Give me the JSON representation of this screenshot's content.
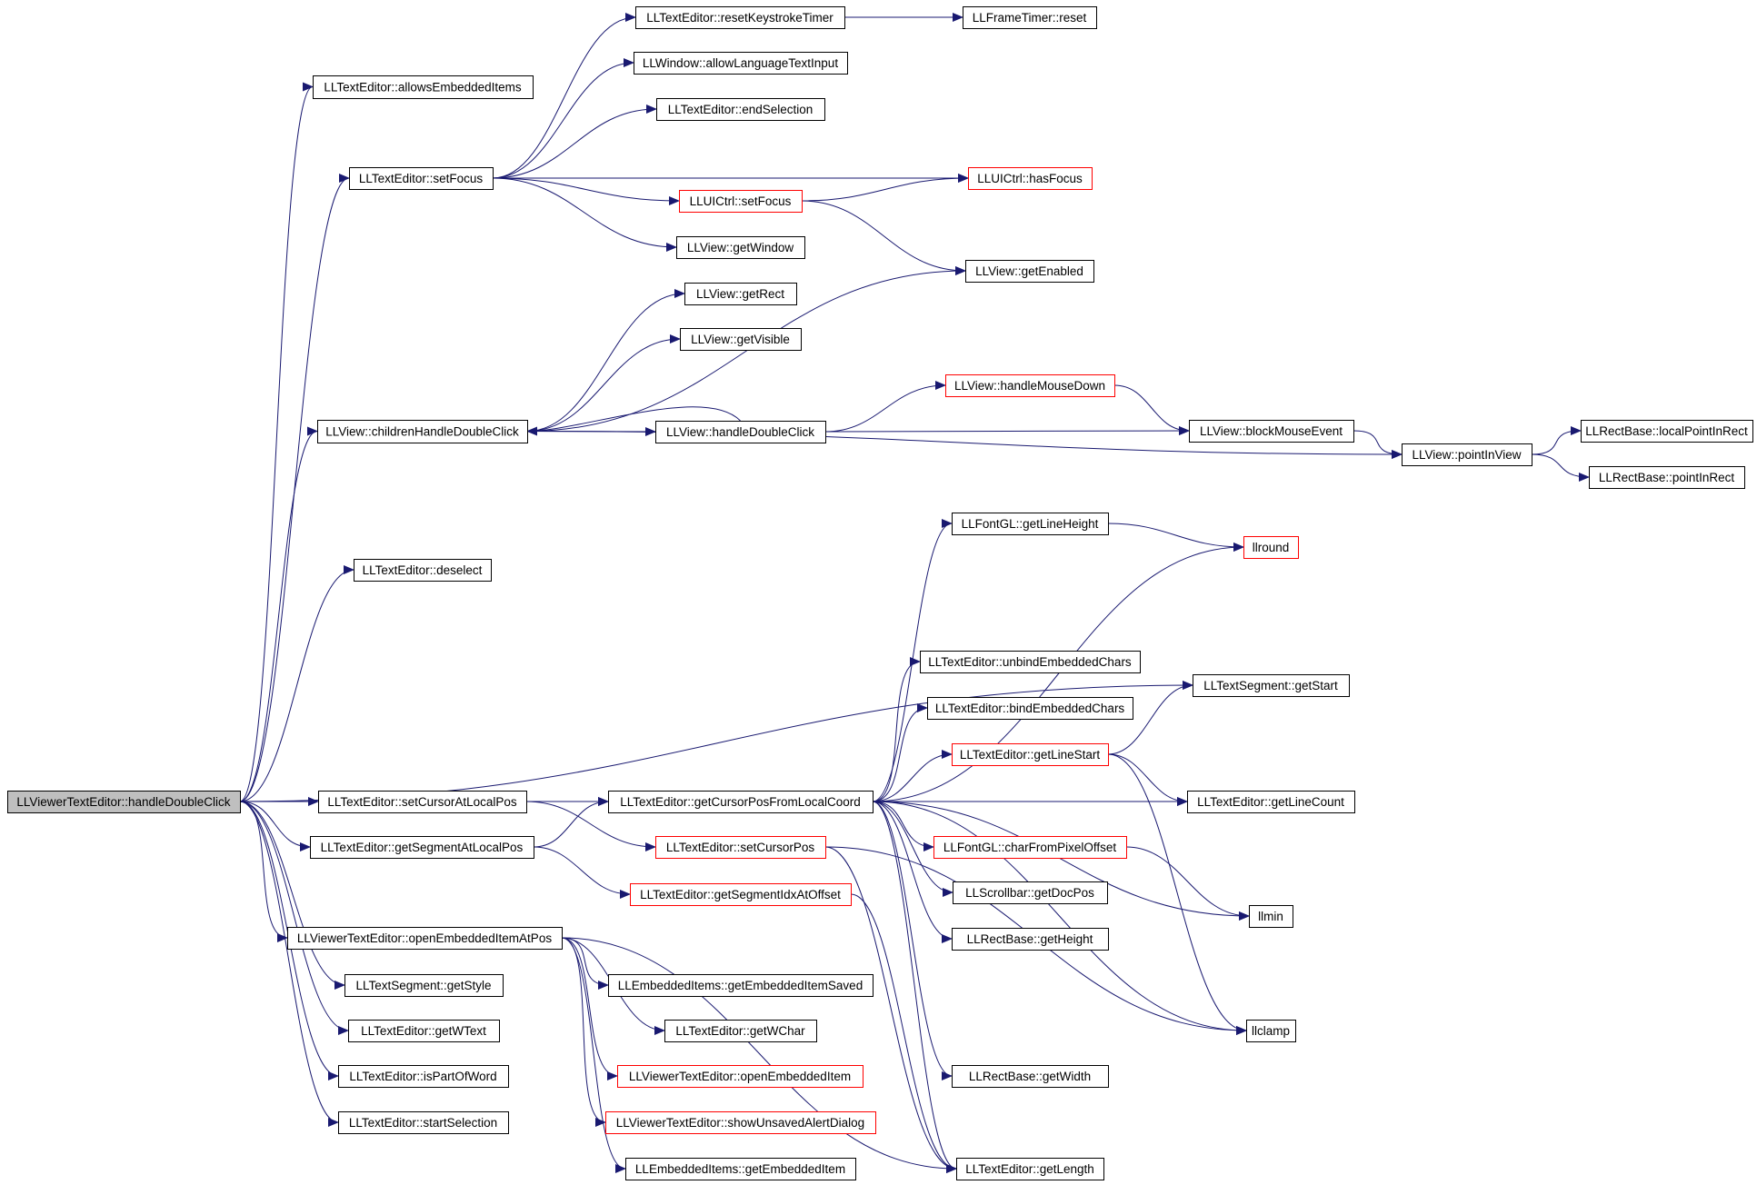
{
  "colors": {
    "background": "#ffffff",
    "edge": "#191970",
    "node_border": "#000000",
    "truncated_border": "#ff0000",
    "root_fill": "#bfbfbf",
    "text": "#000000"
  },
  "root": "n_root",
  "nodes": {
    "n_root": {
      "label": "LLViewerTextEditor::handleDoubleClick",
      "style": "root"
    },
    "n_allowsEmb": {
      "label": "LLTextEditor::allowsEmbeddedItems",
      "style": "normal"
    },
    "n_setFocus": {
      "label": "LLTextEditor::setFocus",
      "style": "normal"
    },
    "n_childrenHDC": {
      "label": "LLView::childrenHandleDoubleClick",
      "style": "normal"
    },
    "n_deselect": {
      "label": "LLTextEditor::deselect",
      "style": "normal"
    },
    "n_setCursorLocal": {
      "label": "LLTextEditor::setCursorAtLocalPos",
      "style": "normal"
    },
    "n_getSegLocal": {
      "label": "LLTextEditor::getSegmentAtLocalPos",
      "style": "normal"
    },
    "n_openEmbAtPos": {
      "label": "LLViewerTextEditor::openEmbeddedItemAtPos",
      "style": "normal"
    },
    "n_getStyle": {
      "label": "LLTextSegment::getStyle",
      "style": "normal"
    },
    "n_getWText": {
      "label": "LLTextEditor::getWText",
      "style": "normal"
    },
    "n_isPartOfWord": {
      "label": "LLTextEditor::isPartOfWord",
      "style": "normal"
    },
    "n_startSel": {
      "label": "LLTextEditor::startSelection",
      "style": "normal"
    },
    "n_resetKeystroke": {
      "label": "LLTextEditor::resetKeystrokeTimer",
      "style": "normal"
    },
    "n_allowLang": {
      "label": "LLWindow::allowLanguageTextInput",
      "style": "normal"
    },
    "n_endSel": {
      "label": "LLTextEditor::endSelection",
      "style": "normal"
    },
    "n_uiSetFocus": {
      "label": "LLUICtrl::setFocus",
      "style": "truncated"
    },
    "n_getWindow": {
      "label": "LLView::getWindow",
      "style": "normal"
    },
    "n_getRect": {
      "label": "LLView::getRect",
      "style": "normal"
    },
    "n_getVisible": {
      "label": "LLView::getVisible",
      "style": "normal"
    },
    "n_viewHDC": {
      "label": "LLView::handleDoubleClick",
      "style": "normal"
    },
    "n_getCursorPos": {
      "label": "LLTextEditor::getCursorPosFromLocalCoord",
      "style": "normal"
    },
    "n_setCursorPos": {
      "label": "LLTextEditor::setCursorPos",
      "style": "truncated"
    },
    "n_getSegIdx": {
      "label": "LLTextEditor::getSegmentIdxAtOffset",
      "style": "truncated"
    },
    "n_getEmbSaved": {
      "label": "LLEmbeddedItems::getEmbeddedItemSaved",
      "style": "normal"
    },
    "n_getWChar": {
      "label": "LLTextEditor::getWChar",
      "style": "normal"
    },
    "n_openEmb": {
      "label": "LLViewerTextEditor::openEmbeddedItem",
      "style": "truncated"
    },
    "n_showUnsaved": {
      "label": "LLViewerTextEditor::showUnsavedAlertDialog",
      "style": "truncated"
    },
    "n_getEmbItem": {
      "label": "LLEmbeddedItems::getEmbeddedItem",
      "style": "normal"
    },
    "n_frameReset": {
      "label": "LLFrameTimer::reset",
      "style": "normal"
    },
    "n_hasFocus": {
      "label": "LLUICtrl::hasFocus",
      "style": "truncated"
    },
    "n_getEnabled": {
      "label": "LLView::getEnabled",
      "style": "normal"
    },
    "n_handleMouseDown": {
      "label": "LLView::handleMouseDown",
      "style": "truncated"
    },
    "n_blockMouse": {
      "label": "LLView::blockMouseEvent",
      "style": "normal"
    },
    "n_getLineHeight": {
      "label": "LLFontGL::getLineHeight",
      "style": "normal"
    },
    "n_unbind": {
      "label": "LLTextEditor::unbindEmbeddedChars",
      "style": "normal"
    },
    "n_bind": {
      "label": "LLTextEditor::bindEmbeddedChars",
      "style": "normal"
    },
    "n_getLineStart": {
      "label": "LLTextEditor::getLineStart",
      "style": "truncated"
    },
    "n_charFromPixel": {
      "label": "LLFontGL::charFromPixelOffset",
      "style": "truncated"
    },
    "n_getDocPos": {
      "label": "LLScrollbar::getDocPos",
      "style": "normal"
    },
    "n_getHeight": {
      "label": "LLRectBase::getHeight",
      "style": "normal"
    },
    "n_getWidth": {
      "label": "LLRectBase::getWidth",
      "style": "normal"
    },
    "n_getLength": {
      "label": "LLTextEditor::getLength",
      "style": "normal"
    },
    "n_pointInView": {
      "label": "LLView::pointInView",
      "style": "normal"
    },
    "n_llround": {
      "label": "llround",
      "style": "truncated"
    },
    "n_segGetStart": {
      "label": "LLTextSegment::getStart",
      "style": "normal"
    },
    "n_getLineCount": {
      "label": "LLTextEditor::getLineCount",
      "style": "normal"
    },
    "n_llmin": {
      "label": "llmin",
      "style": "normal"
    },
    "n_llclamp": {
      "label": "llclamp",
      "style": "normal"
    },
    "n_localPointInRect": {
      "label": "LLRectBase::localPointInRect",
      "style": "normal"
    },
    "n_pointInRect": {
      "label": "LLRectBase::pointInRect",
      "style": "normal"
    }
  },
  "edges": [
    [
      "n_root",
      "n_allowsEmb"
    ],
    [
      "n_root",
      "n_setFocus"
    ],
    [
      "n_root",
      "n_childrenHDC"
    ],
    [
      "n_root",
      "n_deselect"
    ],
    [
      "n_root",
      "n_segGetStart"
    ],
    [
      "n_root",
      "n_setCursorLocal"
    ],
    [
      "n_root",
      "n_getSegLocal"
    ],
    [
      "n_root",
      "n_openEmbAtPos"
    ],
    [
      "n_root",
      "n_getStyle"
    ],
    [
      "n_root",
      "n_getWText"
    ],
    [
      "n_root",
      "n_isPartOfWord"
    ],
    [
      "n_root",
      "n_startSel"
    ],
    [
      "n_setFocus",
      "n_resetKeystroke"
    ],
    [
      "n_setFocus",
      "n_allowLang"
    ],
    [
      "n_setFocus",
      "n_endSel"
    ],
    [
      "n_setFocus",
      "n_hasFocus"
    ],
    [
      "n_setFocus",
      "n_uiSetFocus"
    ],
    [
      "n_setFocus",
      "n_getWindow"
    ],
    [
      "n_resetKeystroke",
      "n_frameReset"
    ],
    [
      "n_uiSetFocus",
      "n_hasFocus"
    ],
    [
      "n_uiSetFocus",
      "n_getEnabled"
    ],
    [
      "n_childrenHDC",
      "n_getRect"
    ],
    [
      "n_childrenHDC",
      "n_getVisible"
    ],
    [
      "n_childrenHDC",
      "n_getEnabled"
    ],
    [
      "n_childrenHDC",
      "n_viewHDC"
    ],
    [
      "n_childrenHDC",
      "n_pointInView"
    ],
    [
      "n_viewHDC",
      "n_childrenHDC"
    ],
    [
      "n_viewHDC",
      "n_handleMouseDown"
    ],
    [
      "n_viewHDC",
      "n_blockMouse"
    ],
    [
      "n_handleMouseDown",
      "n_blockMouse"
    ],
    [
      "n_blockMouse",
      "n_pointInView"
    ],
    [
      "n_pointInView",
      "n_localPointInRect"
    ],
    [
      "n_pointInView",
      "n_pointInRect"
    ],
    [
      "n_setCursorLocal",
      "n_getCursorPos"
    ],
    [
      "n_setCursorLocal",
      "n_setCursorPos"
    ],
    [
      "n_getSegLocal",
      "n_getCursorPos"
    ],
    [
      "n_getSegLocal",
      "n_getSegIdx"
    ],
    [
      "n_getCursorPos",
      "n_getLineHeight"
    ],
    [
      "n_getCursorPos",
      "n_llround"
    ],
    [
      "n_getCursorPos",
      "n_unbind"
    ],
    [
      "n_getCursorPos",
      "n_bind"
    ],
    [
      "n_getCursorPos",
      "n_getLineStart"
    ],
    [
      "n_getCursorPos",
      "n_getLineCount"
    ],
    [
      "n_getCursorPos",
      "n_charFromPixel"
    ],
    [
      "n_getCursorPos",
      "n_getDocPos"
    ],
    [
      "n_getCursorPos",
      "n_getHeight"
    ],
    [
      "n_getCursorPos",
      "n_llmin"
    ],
    [
      "n_getCursorPos",
      "n_llclamp"
    ],
    [
      "n_getCursorPos",
      "n_getWidth"
    ],
    [
      "n_getCursorPos",
      "n_getLength"
    ],
    [
      "n_getLineHeight",
      "n_llround"
    ],
    [
      "n_getLineStart",
      "n_segGetStart"
    ],
    [
      "n_getLineStart",
      "n_getLineCount"
    ],
    [
      "n_getLineStart",
      "n_llclamp"
    ],
    [
      "n_charFromPixel",
      "n_llmin"
    ],
    [
      "n_setCursorPos",
      "n_llclamp"
    ],
    [
      "n_setCursorPos",
      "n_getLength"
    ],
    [
      "n_getSegIdx",
      "n_getLength"
    ],
    [
      "n_openEmbAtPos",
      "n_getEmbSaved"
    ],
    [
      "n_openEmbAtPos",
      "n_getWChar"
    ],
    [
      "n_openEmbAtPos",
      "n_openEmb"
    ],
    [
      "n_openEmbAtPos",
      "n_showUnsaved"
    ],
    [
      "n_openEmbAtPos",
      "n_getEmbItem"
    ],
    [
      "n_openEmbAtPos",
      "n_getLength"
    ]
  ]
}
